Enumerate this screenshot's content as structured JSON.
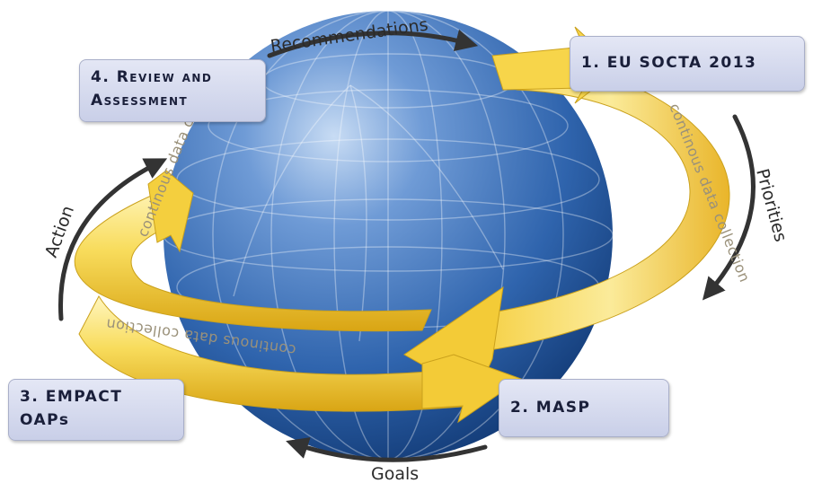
{
  "steps": {
    "review": {
      "line1": "4. Review and",
      "line2": "Assessment"
    },
    "socta": {
      "label": "1. EU SOCTA 2013"
    },
    "masp": {
      "label": "2. MASP"
    },
    "empact": {
      "line1": "3. EMPACT",
      "line2": "OAPs"
    }
  },
  "cycle_labels": {
    "top": "Recommendations",
    "right": "Priorities",
    "bottom": "Goals",
    "left": "Action"
  },
  "band_labels": {
    "right": "continous data collection",
    "left": "continous data collection",
    "bottom": "continous data collection"
  },
  "colors": {
    "globe_light": "#8fb3e0",
    "globe_mid": "#3d73bd",
    "globe_dark": "#123e7a",
    "ring_light": "#fff2a8",
    "ring_mid": "#f7d44a",
    "ring_dark": "#d9a514",
    "box_fill": "#d5daee",
    "arrow": "#333333"
  }
}
